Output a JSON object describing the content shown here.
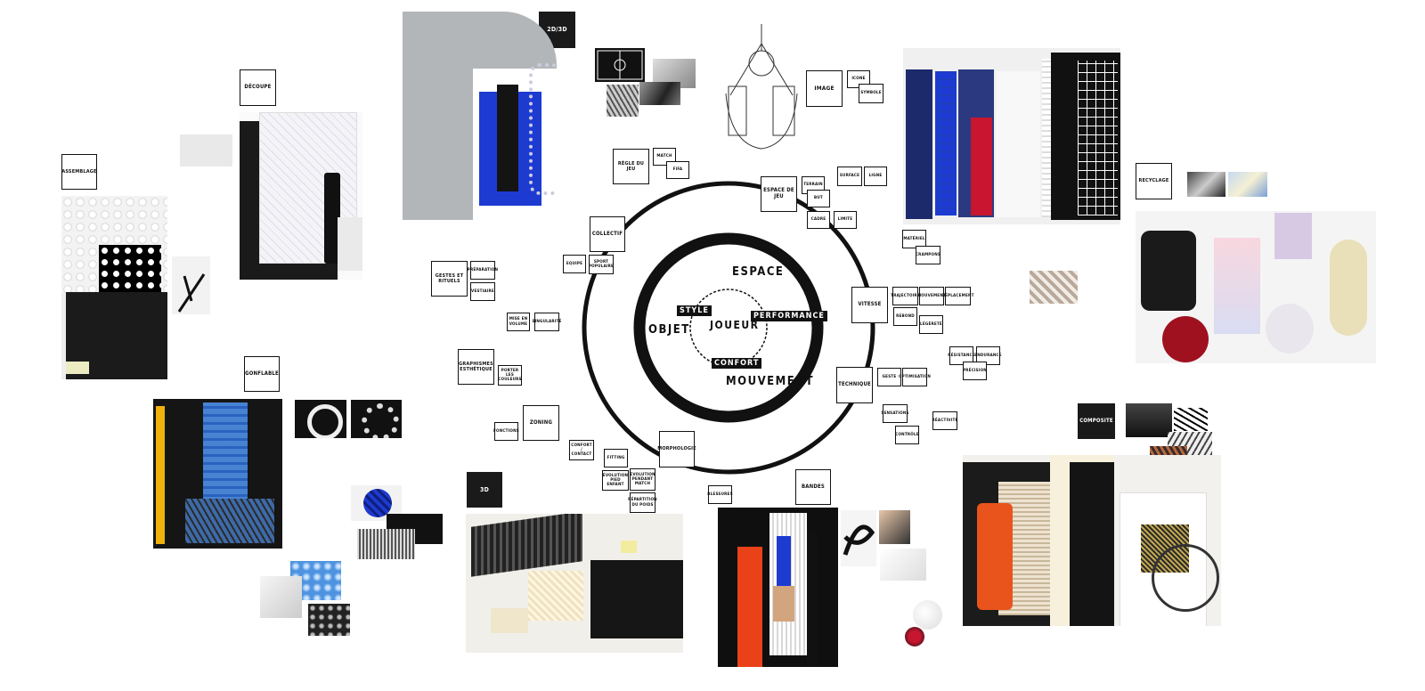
{
  "categories": {
    "assemblage": "ASSEMBLAGE",
    "decoupe": "DÉCOUPE",
    "d2d3": "2D/3D",
    "gonflable": "GONFLABLE",
    "d3": "3D",
    "recyclage": "RECYCLAGE",
    "composite": "COMPOSITE",
    "bandes": "BANDES",
    "image": "IMAGE"
  },
  "center": {
    "joueur": "JOUEUR",
    "style": "STYLE",
    "performance": "PERFORMANCE",
    "confort": "CONFORT",
    "espace": "ESPACE",
    "objet": "OBJET",
    "mouvement": "MOUVEMENT"
  },
  "nodes": {
    "collectif": "COLLECTIF",
    "regle_du_jeu": "RÈGLE DU JEU",
    "match": "MATCH",
    "fifa": "FIFA",
    "espace_de_jeu": "ESPACE DE JEU",
    "terrain": "TERRAIN",
    "but": "BUT",
    "cadre": "CADRE",
    "limite": "LIMITE",
    "surface": "SURFACE",
    "ligne": "LIGNE",
    "icone": "ICONE",
    "symbole": "SYMBOLE",
    "equipe": "EQUIPE",
    "sport_populaire": "SPORT POPULAIRE",
    "gestes_et_rituels": "GESTES ET RITUELS",
    "preparation": "PRÉPARATION",
    "vestiaire": "VESTIAIRE",
    "mise_en_volume": "MISE EN VOLUME",
    "singularite": "SINGULARITÉ",
    "graphismes": "GRAPHISMES ESTHÉTIQUE",
    "porter_les_couleurs": "PORTER LES COULEURS",
    "fonctions": "FONCTIONS",
    "zoning": "ZONING",
    "confort_contact": "CONFORT / CONTACT",
    "fitting": "FITTING",
    "evolution_pied": "ÉVOLUTION PIED ENFANT",
    "evolution_match": "ÉVOLUTION PENDANT MATCH",
    "repartition": "RÉPARTITION DU POIDS",
    "morphologie": "MORPHOLOGIE",
    "blessures": "BLESSURES",
    "vitesse": "VITESSE",
    "materiel": "MATÉRIEL",
    "crampons": "CRAMPONS",
    "trajectoire": "TRAJECTOIRE",
    "mouvement": "MOUVEMENT",
    "deplacement": "DÉPLACEMENT",
    "rebond": "REBOND",
    "legerete": "LÉGÈRETÉ",
    "resistance": "RÉSISTANCE",
    "endurance": "ENDURANCE",
    "precision": "PRÉCISION",
    "technique": "TECHNIQUE",
    "geste": "GESTE",
    "optimisation": "OPTIMISATION",
    "sensations": "SENSATIONS",
    "controle": "CONTRÔLE",
    "reactivite": "RÉACTIVITÉ"
  },
  "colors": {
    "ink": "#111111",
    "royal_blue": "#1d3bd1",
    "orange": "#e9541c",
    "red": "#c81630",
    "grey_felt": "#a9adb0"
  }
}
